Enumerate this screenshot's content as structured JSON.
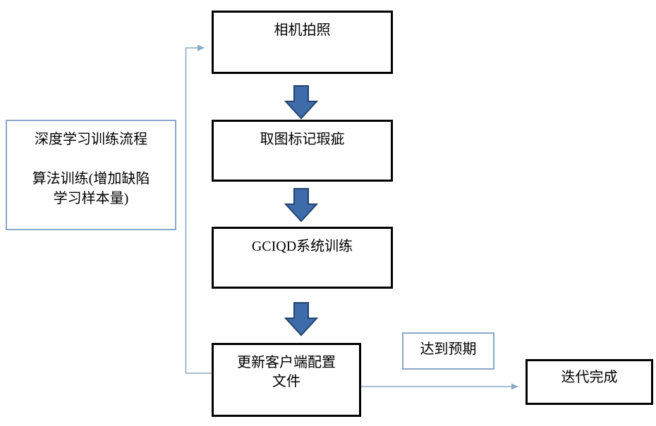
{
  "diagram": {
    "note_box": {
      "lines": [
        "深度学习训练流程",
        "",
        "算法训练(增加缺陷",
        "学习样本量)"
      ]
    },
    "nodes": {
      "camera": {
        "label": "相机拍照"
      },
      "mark_defects": {
        "label": "取图标记瑕疵"
      },
      "gciqd_training": {
        "label": "GCIQD系统训练"
      },
      "update_config": {
        "line1": "更新客户端配置",
        "line2": "文件"
      },
      "iteration_done": {
        "label": "迭代完成"
      }
    },
    "edge_labels": {
      "expectation": "达到预期"
    },
    "colors": {
      "background": "#ffffff",
      "text": "#000000",
      "node_border": "#000000",
      "note_border": "#8aa8c8",
      "connector": "#8aa8c8",
      "arrow_fill": "#3e6cab",
      "arrow_outline": "#24436e"
    }
  }
}
